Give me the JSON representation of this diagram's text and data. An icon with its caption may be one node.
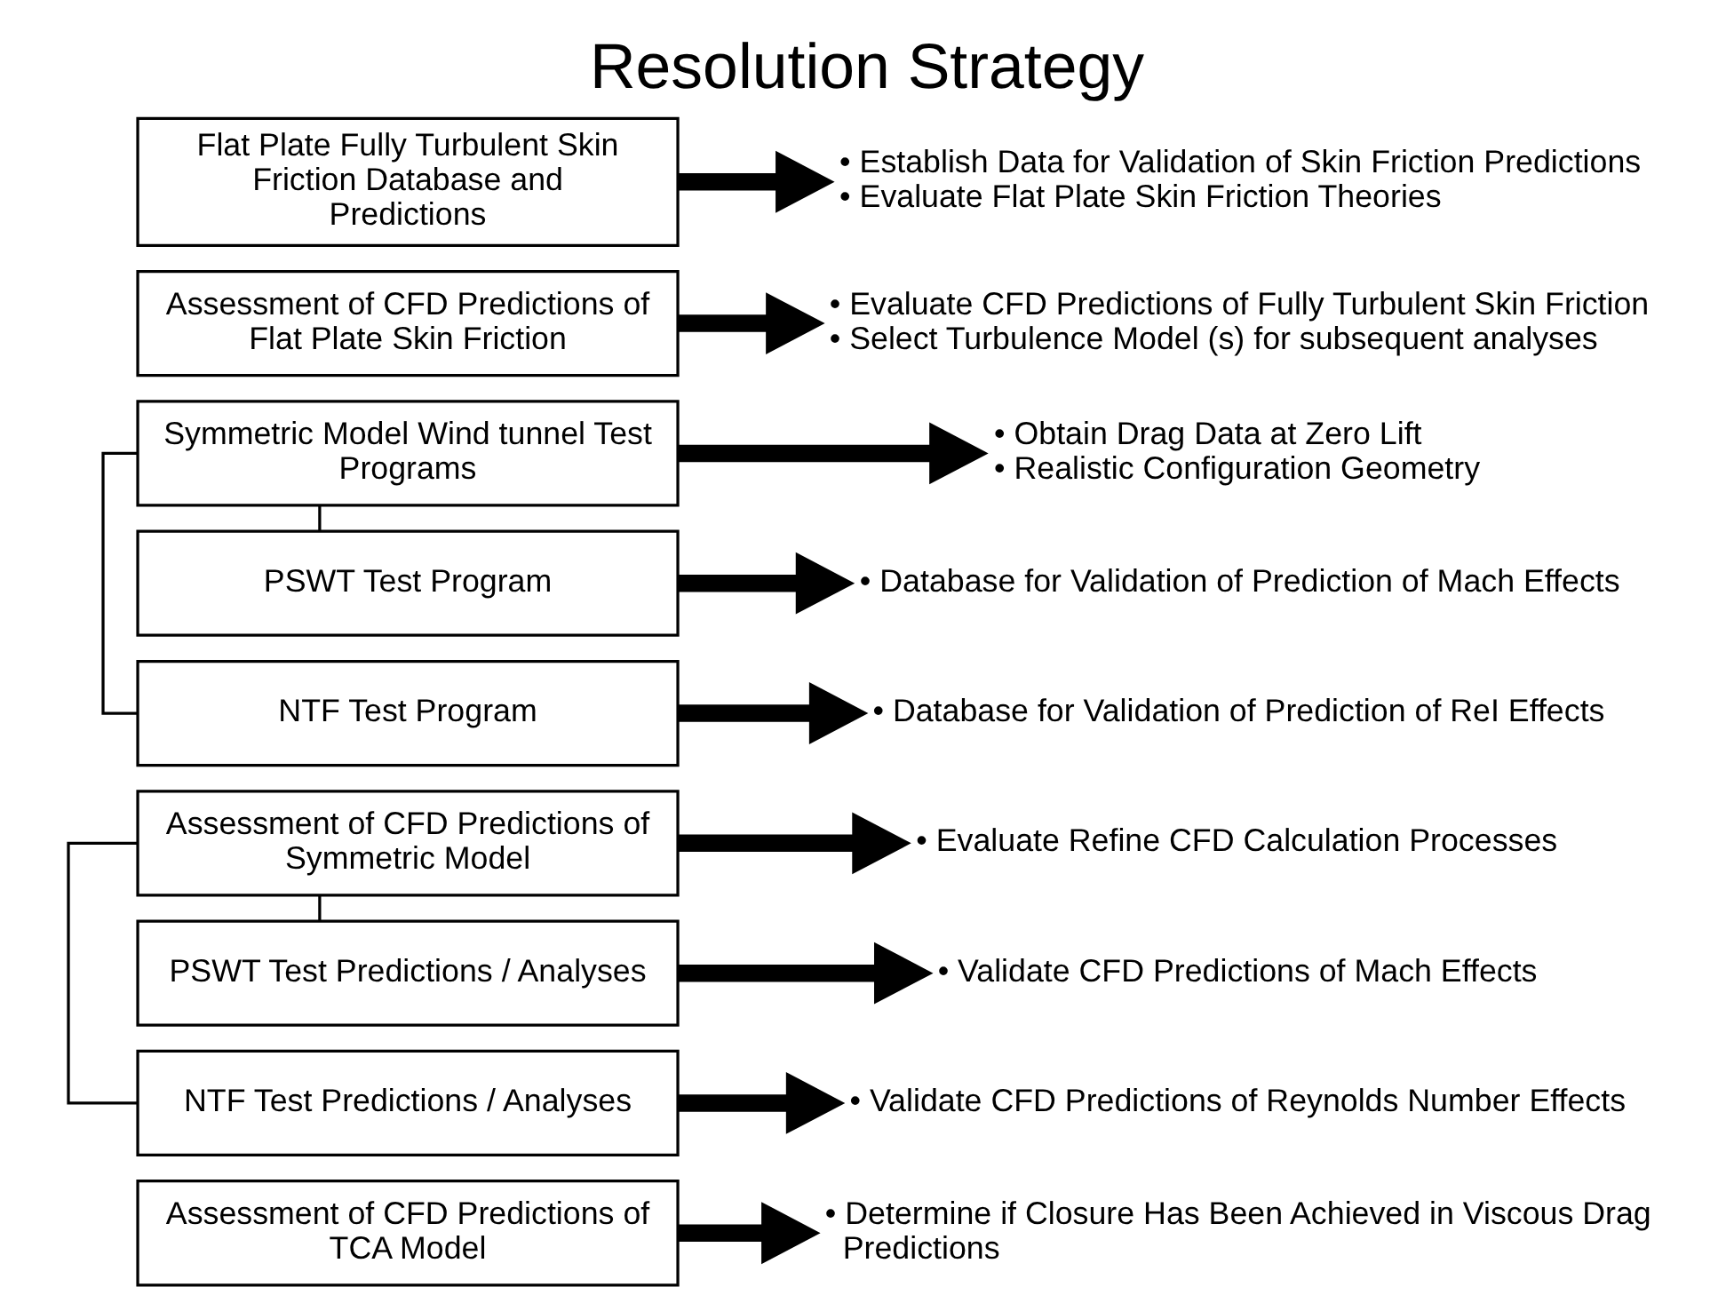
{
  "diagram": {
    "title": "Resolution Strategy",
    "nodes": [
      {
        "text": [
          "Flat Plate Fully Turbulent Skin Friction Database and Predictions"
        ]
      },
      {
        "text": [
          "• Establish Data for Validation of Skin Friction Predictions",
          "• Evaluate Flat Plate Skin Friction Theories"
        ]
      },
      {
        "text": [
          "Assessment of CFD Predictions of Flat Plate Skin Friction"
        ]
      },
      {
        "text": [
          "• Evaluate CFD Predictions of Fully Turbulent Skin Friction",
          "• Select Turbulence Model (s) for subsequent analyses"
        ]
      },
      {
        "text": [
          "Symmetric Model Wind tunnel Test Programs"
        ]
      },
      {
        "text": [
          "• Obtain Drag Data at Zero Lift",
          "• Realistic Configuration Geometry"
        ]
      },
      {
        "text": [
          "PSWT Test Program"
        ]
      },
      {
        "text": [
          "• Database for Validation of Prediction of Mach Effects"
        ]
      },
      {
        "text": [
          "NTF Test Program"
        ]
      },
      {
        "text": [
          "• Database for Validation of Prediction of ReI Effects"
        ]
      },
      {
        "text": [
          "Assessment of CFD Predictions of Symmetric Model"
        ]
      },
      {
        "text": [
          "• Evaluate Refine CFD Calculation Processes"
        ]
      },
      {
        "text": [
          "PSWT Test Predictions / Analyses"
        ]
      },
      {
        "text": [
          "• Validate CFD Predictions of Mach Effects"
        ]
      },
      {
        "text": [
          "NTF Test Predictions / Analyses"
        ]
      },
      {
        "text": [
          "• Validate CFD Predictions of Reynolds Number Effects"
        ]
      },
      {
        "text": [
          "Assessment of CFD Predictions of TCA Model"
        ]
      },
      {
        "text": [
          "• Determine if Closure Has Been Achieved in Viscous Drag Predictions"
        ]
      }
    ],
    "edges": [
      {
        "from": 0,
        "to": 1,
        "arrow": "to"
      },
      {
        "from": 2,
        "to": 3,
        "arrow": "to"
      },
      {
        "from": 4,
        "to": 5,
        "arrow": "to"
      },
      {
        "from": 4,
        "to": 6,
        "arrow": "none"
      },
      {
        "from": 4,
        "to": 8,
        "arrow": "none"
      },
      {
        "from": 6,
        "to": 7,
        "arrow": "to"
      },
      {
        "from": 8,
        "to": 9,
        "arrow": "to"
      },
      {
        "from": 10,
        "to": 11,
        "arrow": "to"
      },
      {
        "from": 10,
        "to": 12,
        "arrow": "none"
      },
      {
        "from": 10,
        "to": 14,
        "arrow": "none"
      },
      {
        "from": 12,
        "to": 13,
        "arrow": "to"
      },
      {
        "from": 14,
        "to": 15,
        "arrow": "to"
      },
      {
        "from": 16,
        "to": 17,
        "arrow": "to"
      }
    ]
  }
}
